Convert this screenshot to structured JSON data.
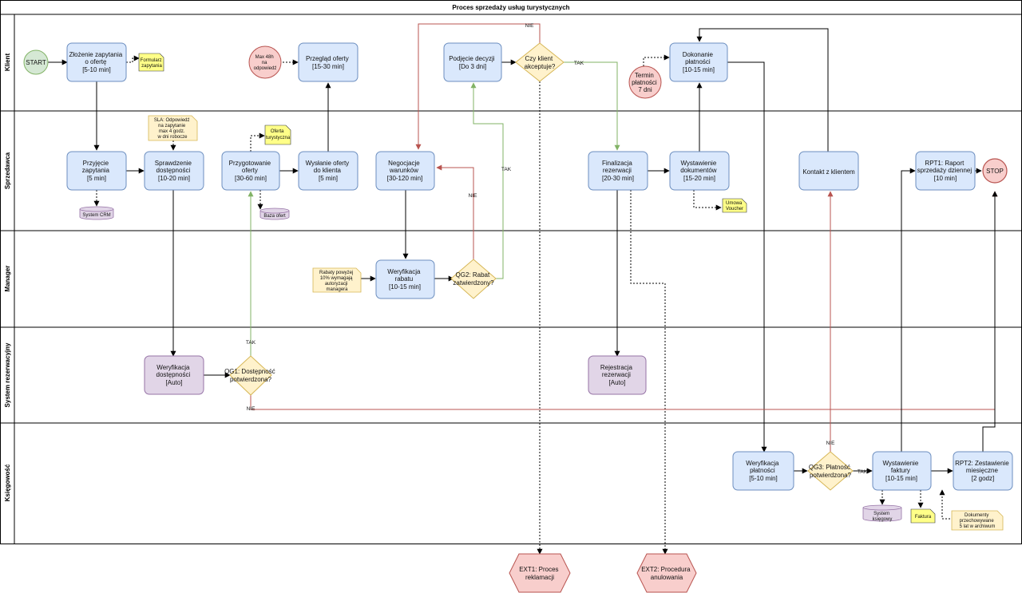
{
  "pool": {
    "title": "Proces sprzedaży usług turystycznych"
  },
  "lanes": [
    "Klient",
    "Sprzedawca",
    "Manager",
    "System rezerwacyjny",
    "Księgowość"
  ],
  "nodes": {
    "start": "START",
    "zlozenie": [
      "Złożenie zapytania",
      "o ofertę",
      "[5-10 min]"
    ],
    "formularz": [
      "Formularz",
      "zapytania"
    ],
    "timer48": [
      "Max 48h",
      "na",
      "odpowiedź"
    ],
    "przeglad": [
      "Przegląd oferty",
      "[15-30 min]"
    ],
    "podjecie": [
      "Podjęcie decyzji",
      "[Do 3 dni]"
    ],
    "czy_klient": [
      "Czy klient",
      "akceptuje?"
    ],
    "termin": [
      "Termin",
      "płatności",
      "7 dni"
    ],
    "dokonanie": [
      "Dokonanie",
      "płatności",
      "[10-15 min]"
    ],
    "sla": [
      "SLA: Odpowiedź",
      "na zapytanie",
      "max 4 godz.",
      "w dni robocze"
    ],
    "oferta_tur": [
      "Oferta",
      "turystyczna"
    ],
    "przyjecie": [
      "Przyjęcie",
      "zapytania",
      "[5 min]"
    ],
    "sprawdzenie": [
      "Sprawdzenie",
      "dostępności",
      "[10-20 min]"
    ],
    "przygotowanie": [
      "Przygotowanie",
      "oferty",
      "[30-60 min]"
    ],
    "wyslanie": [
      "Wysłanie oferty",
      "do klienta",
      "[5 min]"
    ],
    "negocjacje": [
      "Negocjacje",
      "warunków",
      "[30-120 min]"
    ],
    "finalizacja": [
      "Finalizacja",
      "rezerwacji",
      "[20-30 min]"
    ],
    "wystawienie_dok": [
      "Wystawienie",
      "dokumentów",
      "[15-20 min]"
    ],
    "kontakt": "Kontakt z klientem",
    "rpt1": [
      "RPT1: Raport",
      "sprzedaży dziennej",
      "[10 min]"
    ],
    "stop": "STOP",
    "system_crm": "System CRM",
    "baza_ofert": "Baza ofert",
    "umowa": [
      "Umowa",
      "Voucher"
    ],
    "rabaty_note": [
      "Rabaty powyżej",
      "10% wymagają",
      "autoryzacji",
      "managera"
    ],
    "weryf_rabatu": [
      "Weryfikacja",
      "rabatu",
      "[10-15 min]"
    ],
    "qg2": [
      "QG2: Rabat",
      "zatwierdzony?"
    ],
    "weryf_dost": [
      "Weryfikacja",
      "dostępności",
      "[Auto]"
    ],
    "qg1": [
      "QG1: Dostępność",
      "potwierdzona?"
    ],
    "rejestracja": [
      "Rejestracja",
      "rezerwacji",
      "[Auto]"
    ],
    "weryf_plat": [
      "Weryfikacja",
      "płatności",
      "[5-10 min]"
    ],
    "qg3": [
      "QG3: Płatność",
      "potwierdzona?"
    ],
    "wyst_faktury": [
      "Wystawienie",
      "faktury",
      "[10-15 min]"
    ],
    "rpt2": [
      "RPT2: Zestawienie",
      "miesięczne",
      "[2 godz]"
    ],
    "sys_ksieg": [
      "System",
      "księgowy"
    ],
    "faktura": "Faktura",
    "dokumenty": [
      "Dokumenty",
      "przechowywane",
      "5 lat w archiwum"
    ],
    "ext1": [
      "EXT1: Proces",
      "reklamacji"
    ],
    "ext2": [
      "EXT2: Procedura",
      "anulowania"
    ]
  },
  "edge_labels": {
    "nie_top": "NIE",
    "tak_top": "TAK",
    "nie_qg2": "NIE",
    "tak_qg2": "TAK",
    "tak_qg1": "TAK",
    "nie_qg1": "NIE",
    "nie_qg3": "NIE",
    "tak_qg3": "TAK"
  }
}
